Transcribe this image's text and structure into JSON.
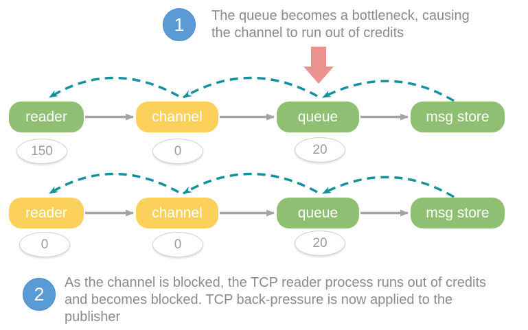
{
  "annotations": [
    {
      "number": "1",
      "lines": [
        "The queue becomes a bottleneck, causing",
        "the channel to run out of credits"
      ]
    },
    {
      "number": "2",
      "lines": [
        "As the channel is blocked, the TCP reader process runs out of credits",
        "and becomes blocked. TCP back-pressure is now applied to the",
        "publisher"
      ]
    }
  ],
  "rows": [
    {
      "nodes": [
        {
          "label": "reader",
          "state": "green",
          "credits": "150"
        },
        {
          "label": "channel",
          "state": "yellow",
          "credits": "0"
        },
        {
          "label": "queue",
          "state": "green",
          "credits": "20"
        },
        {
          "label": "msg store",
          "state": "green"
        }
      ]
    },
    {
      "nodes": [
        {
          "label": "reader",
          "state": "yellow",
          "credits": "0"
        },
        {
          "label": "channel",
          "state": "yellow",
          "credits": "0"
        },
        {
          "label": "queue",
          "state": "green",
          "credits": "20"
        },
        {
          "label": "msg store",
          "state": "green"
        }
      ]
    }
  ],
  "colors": {
    "node_green": "#8fbf73",
    "node_yellow": "#fbd15c",
    "credit_arc_teal": "#12929e",
    "message_flow_gray": "#a3a3a3",
    "bottleneck_arrow_red": "#eb928f",
    "annotation_badge_blue": "#5b9bd5",
    "annotation_text_gray": "#8a8a8a"
  }
}
